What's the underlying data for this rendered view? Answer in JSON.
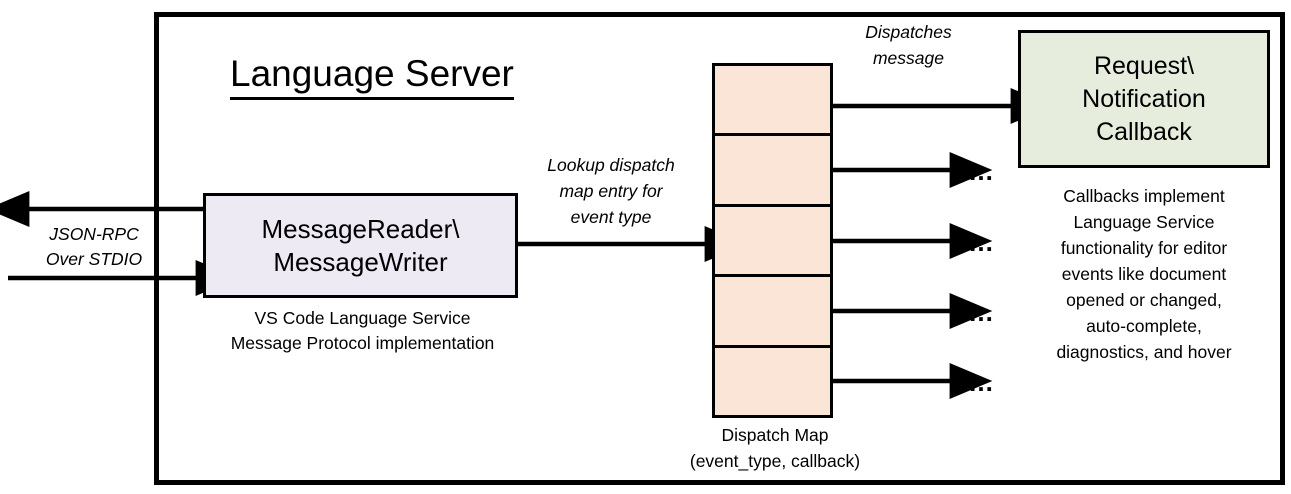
{
  "diagram": {
    "title": "Language Server",
    "frame_border_color": "#000000",
    "left_io": {
      "label_line1": "JSON-RPC",
      "label_line2": "Over STDIO",
      "outbound_arrow": "arrow-left-out",
      "inbound_arrow": "arrow-right-in"
    },
    "reader_writer": {
      "line1": "MessageReader\\",
      "line2": "MessageWriter",
      "fill": "#EDEAF4",
      "caption_line1": "VS Code Language Service",
      "caption_line2": "Message Protocol implementation"
    },
    "lookup_label": {
      "line1": "Lookup dispatch",
      "line2": "map entry for",
      "line3": "event type"
    },
    "dispatch_map": {
      "fill": "#FBE5D6",
      "cell_count": 5,
      "cells": [
        {
          "id": "map-cell-1",
          "has_dot": true
        },
        {
          "id": "map-cell-2",
          "has_dot": true
        },
        {
          "id": "map-cell-3",
          "has_dot": true
        },
        {
          "id": "map-cell-4",
          "has_dot": true
        },
        {
          "id": "map-cell-5",
          "has_dot": true
        }
      ],
      "caption_line1": "Dispatch Map",
      "caption_line2": "(event_type, callback)"
    },
    "dispatches_label": {
      "line1": "Dispatches",
      "line2": "message"
    },
    "callback_box": {
      "line1": "Request\\",
      "line2": "Notification",
      "line3": "Callback",
      "fill": "#E6EDDC"
    },
    "callback_description": {
      "line1": "Callbacks implement",
      "line2": "Language Service",
      "line3": "functionality for editor",
      "line4": "events like document",
      "line5": "opened or changed,",
      "line6": "auto-complete,",
      "line7": "diagnostics, and hover"
    },
    "ellipses": [
      "…",
      "…",
      "…",
      "…"
    ]
  }
}
